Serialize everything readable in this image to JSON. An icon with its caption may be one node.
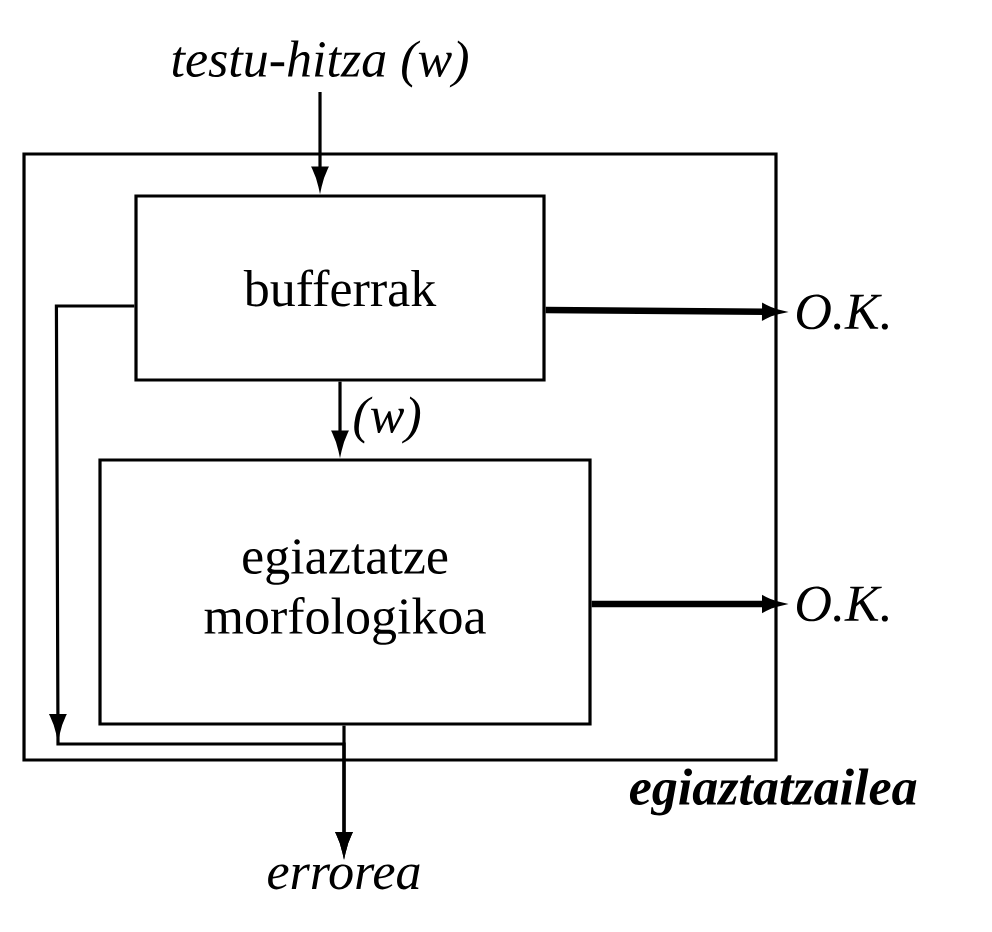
{
  "diagram": {
    "nodes": [
      {
        "text": [
          "testu-hitza (w)"
        ]
      },
      {
        "text": [
          "egiaztatzailea"
        ]
      },
      {
        "text": [
          "bufferrak"
        ],
        "in": 1
      },
      {
        "text": [
          "egiaztatze morfologikoa"
        ],
        "in": 1
      },
      {
        "text": [
          "O.K."
        ]
      },
      {
        "text": [
          "O.K."
        ]
      },
      {
        "text": [
          "errorea"
        ]
      }
    ],
    "edges": [
      {
        "from": 0,
        "to": 2,
        "arrow": "to"
      },
      {
        "from": 2,
        "to": 3,
        "arrow": "to",
        "label": "(w)"
      },
      {
        "from": 2,
        "to": 4,
        "arrow": "to",
        "style": "thick"
      },
      {
        "from": 3,
        "to": 5,
        "arrow": "to",
        "style": "thick"
      },
      {
        "from": 2,
        "to": 6,
        "arrow": "to"
      },
      {
        "from": 3,
        "to": 6,
        "arrow": "to"
      }
    ]
  }
}
